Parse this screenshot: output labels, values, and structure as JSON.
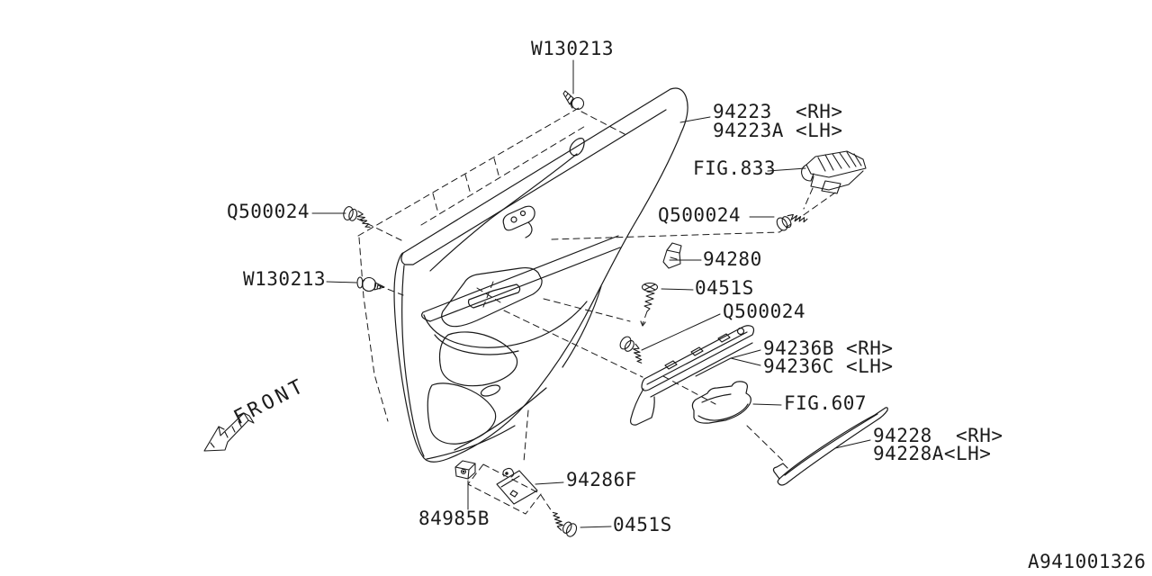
{
  "diagram": {
    "id": "A941001326",
    "front_arrow_label": "FRONT",
    "colors": {
      "line": "#1a1a1a",
      "background": "#ffffff"
    },
    "callouts": {
      "clip_top": "W130213",
      "panel_rh": "94223  <RH>",
      "panel_lh": "94223A <LH>",
      "fig_833": "FIG.833",
      "screw_left": "Q500024",
      "clip_left": "W130213",
      "screw_upper_right": "Q500024",
      "cap_94280": "94280",
      "screw_0451s_mid": "0451S",
      "screw_lower": "Q500024",
      "trim_rh": "94236B <RH>",
      "trim_lh": "94236C <LH>",
      "fig_607": "FIG.607",
      "molding_rh": "94228  <RH>",
      "molding_lh": "94228A<LH>",
      "bracket_94286f": "94286F",
      "lamp_84985b": "84985B",
      "screw_0451s_bottom": "0451S"
    }
  }
}
